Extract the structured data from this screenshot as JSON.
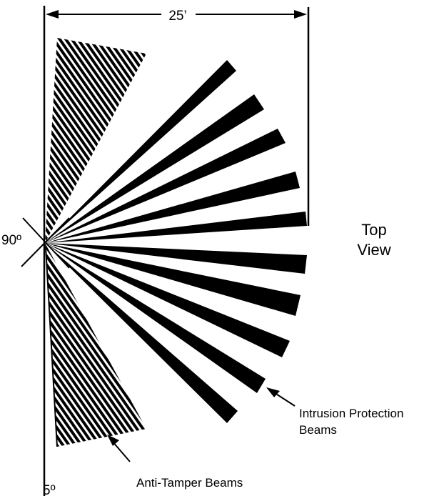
{
  "dimension_label": "25’",
  "angle_top_label": "90º",
  "angle_bottom_label": "5º",
  "view_label": {
    "line1": "Top",
    "line2": "View"
  },
  "intrusion_label": {
    "line1": "Intrusion Protection",
    "line2": "Beams"
  },
  "antitamper_label": "Anti-Tamper Beams",
  "colors": {
    "ink": "#000000",
    "background": "#ffffff"
  }
}
